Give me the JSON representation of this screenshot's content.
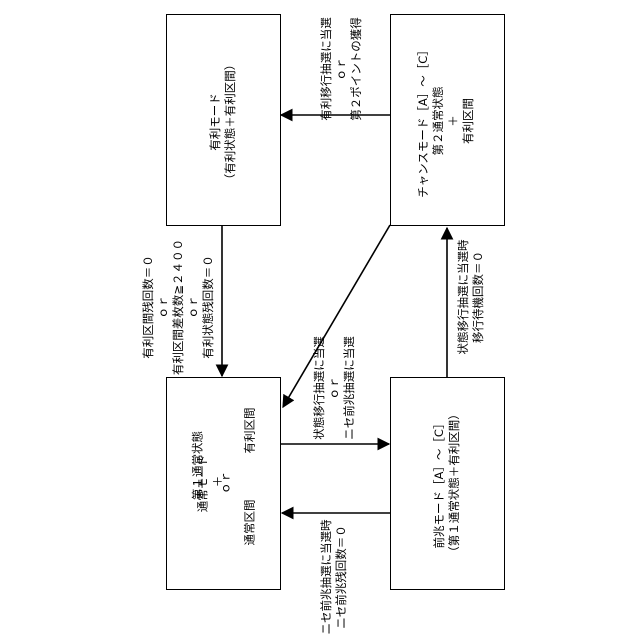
{
  "modes": {
    "favorable": {
      "title": "有利モード",
      "subtitle": "（有利状態＋有利区間）"
    },
    "chance": {
      "title": "チャンスモード［A］～［C］",
      "line2": "第２通常状態",
      "plus": "＋",
      "line3": "有利区間"
    },
    "normal": {
      "title": "通常モード",
      "line1": "第１通常状態",
      "plus": "＋",
      "region_normal": "通常区間",
      "or": "ｏｒ",
      "region_favorable": "有利区間"
    },
    "omen": {
      "title": "前兆モード［A］～［C］",
      "subtitle": "（第１通常状態＋有利区間）"
    }
  },
  "transitions": {
    "chance_to_favorable": [
      "有利移行抽選に当選",
      "ｏｒ",
      "第２ポイントの獲得"
    ],
    "favorable_to_normal": [
      "有利区間残回数＝０",
      "ｏｒ",
      "有利区間差枚数≧２４００",
      "ｏｒ",
      "有利状態残回数＝０"
    ],
    "normal_to_omen": [
      "状態移行抽選に当選",
      "ｏｒ",
      "ニセ前兆抽選に当選"
    ],
    "omen_to_chance": [
      "状態移行抽選に当選時",
      "移行待機回数＝０"
    ],
    "omen_to_normal": [
      "ニセ前兆抽選に当選時",
      "ニセ前兆残回数＝０"
    ]
  }
}
